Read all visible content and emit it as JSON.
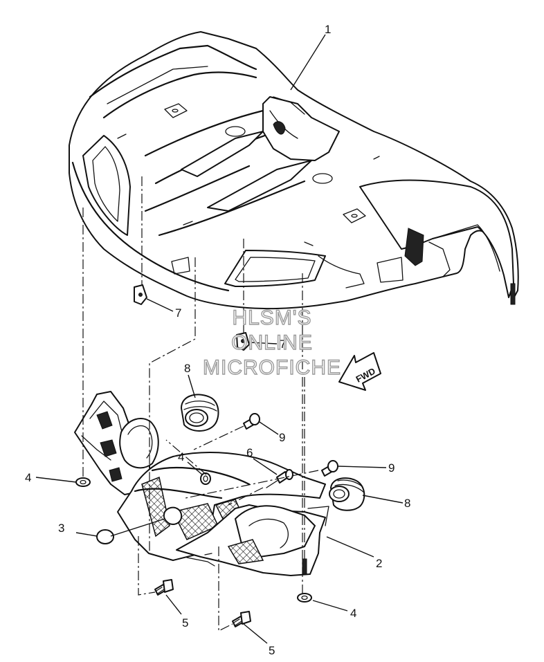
{
  "callouts": [
    {
      "id": "c1",
      "label": "1"
    },
    {
      "id": "c2",
      "label": "2"
    },
    {
      "id": "c3",
      "label": "3"
    },
    {
      "id": "c4a",
      "label": "4"
    },
    {
      "id": "c4b",
      "label": "4"
    },
    {
      "id": "c4c",
      "label": "4"
    },
    {
      "id": "c5a",
      "label": "5"
    },
    {
      "id": "c5b",
      "label": "5"
    },
    {
      "id": "c6",
      "label": "6"
    },
    {
      "id": "c7a",
      "label": "7"
    },
    {
      "id": "c7b",
      "label": "7"
    },
    {
      "id": "c8a",
      "label": "8"
    },
    {
      "id": "c8b",
      "label": "8"
    },
    {
      "id": "c9a",
      "label": "9"
    },
    {
      "id": "c9b",
      "label": "9"
    }
  ],
  "watermark": {
    "line1": "HLSM'S",
    "line2": "ONLINE",
    "line3": "MICROFICHE"
  },
  "direction_arrow": {
    "label": "FWD"
  }
}
